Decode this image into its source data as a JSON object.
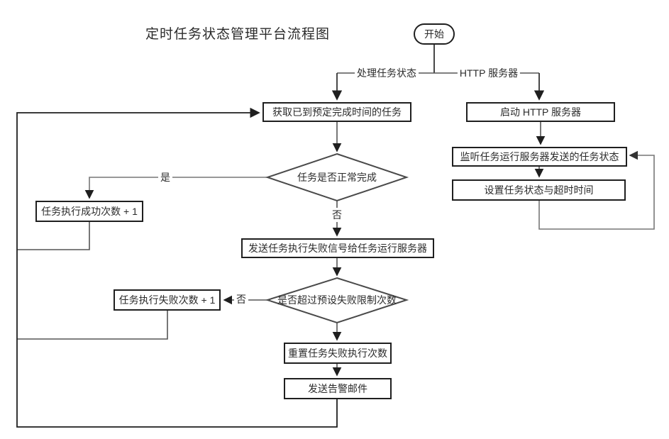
{
  "title": "定时任务状态管理平台流程图",
  "nodes": {
    "start": "开始",
    "fetch_tasks": "获取已到预定完成时间的任务",
    "decision_complete": "任务是否正常完成",
    "success_count": "任务执行成功次数 + 1",
    "send_fail_signal": "发送任务执行失败信号给任务运行服务器",
    "decision_fail_limit": "是否超过预设失败限制次数",
    "fail_count": "任务执行失败次数 + 1",
    "reset_fail_count": "重置任务失败执行次数",
    "send_alert_mail": "发送告警邮件",
    "start_http": "启动 HTTP 服务器",
    "listen_status": "监听任务运行服务器发送的任务状态",
    "set_status_timeout": "设置任务状态与超时时间"
  },
  "edge_labels": {
    "handle_task_status": "处理任务状态",
    "http_server": "HTTP 服务器",
    "yes": "是",
    "no": "否"
  },
  "colors": {
    "background": "#ffffff",
    "node_border": "#1f1f1f",
    "edge_dark": "#333333",
    "edge_gray": "#777777",
    "text": "#2b2b2b"
  }
}
